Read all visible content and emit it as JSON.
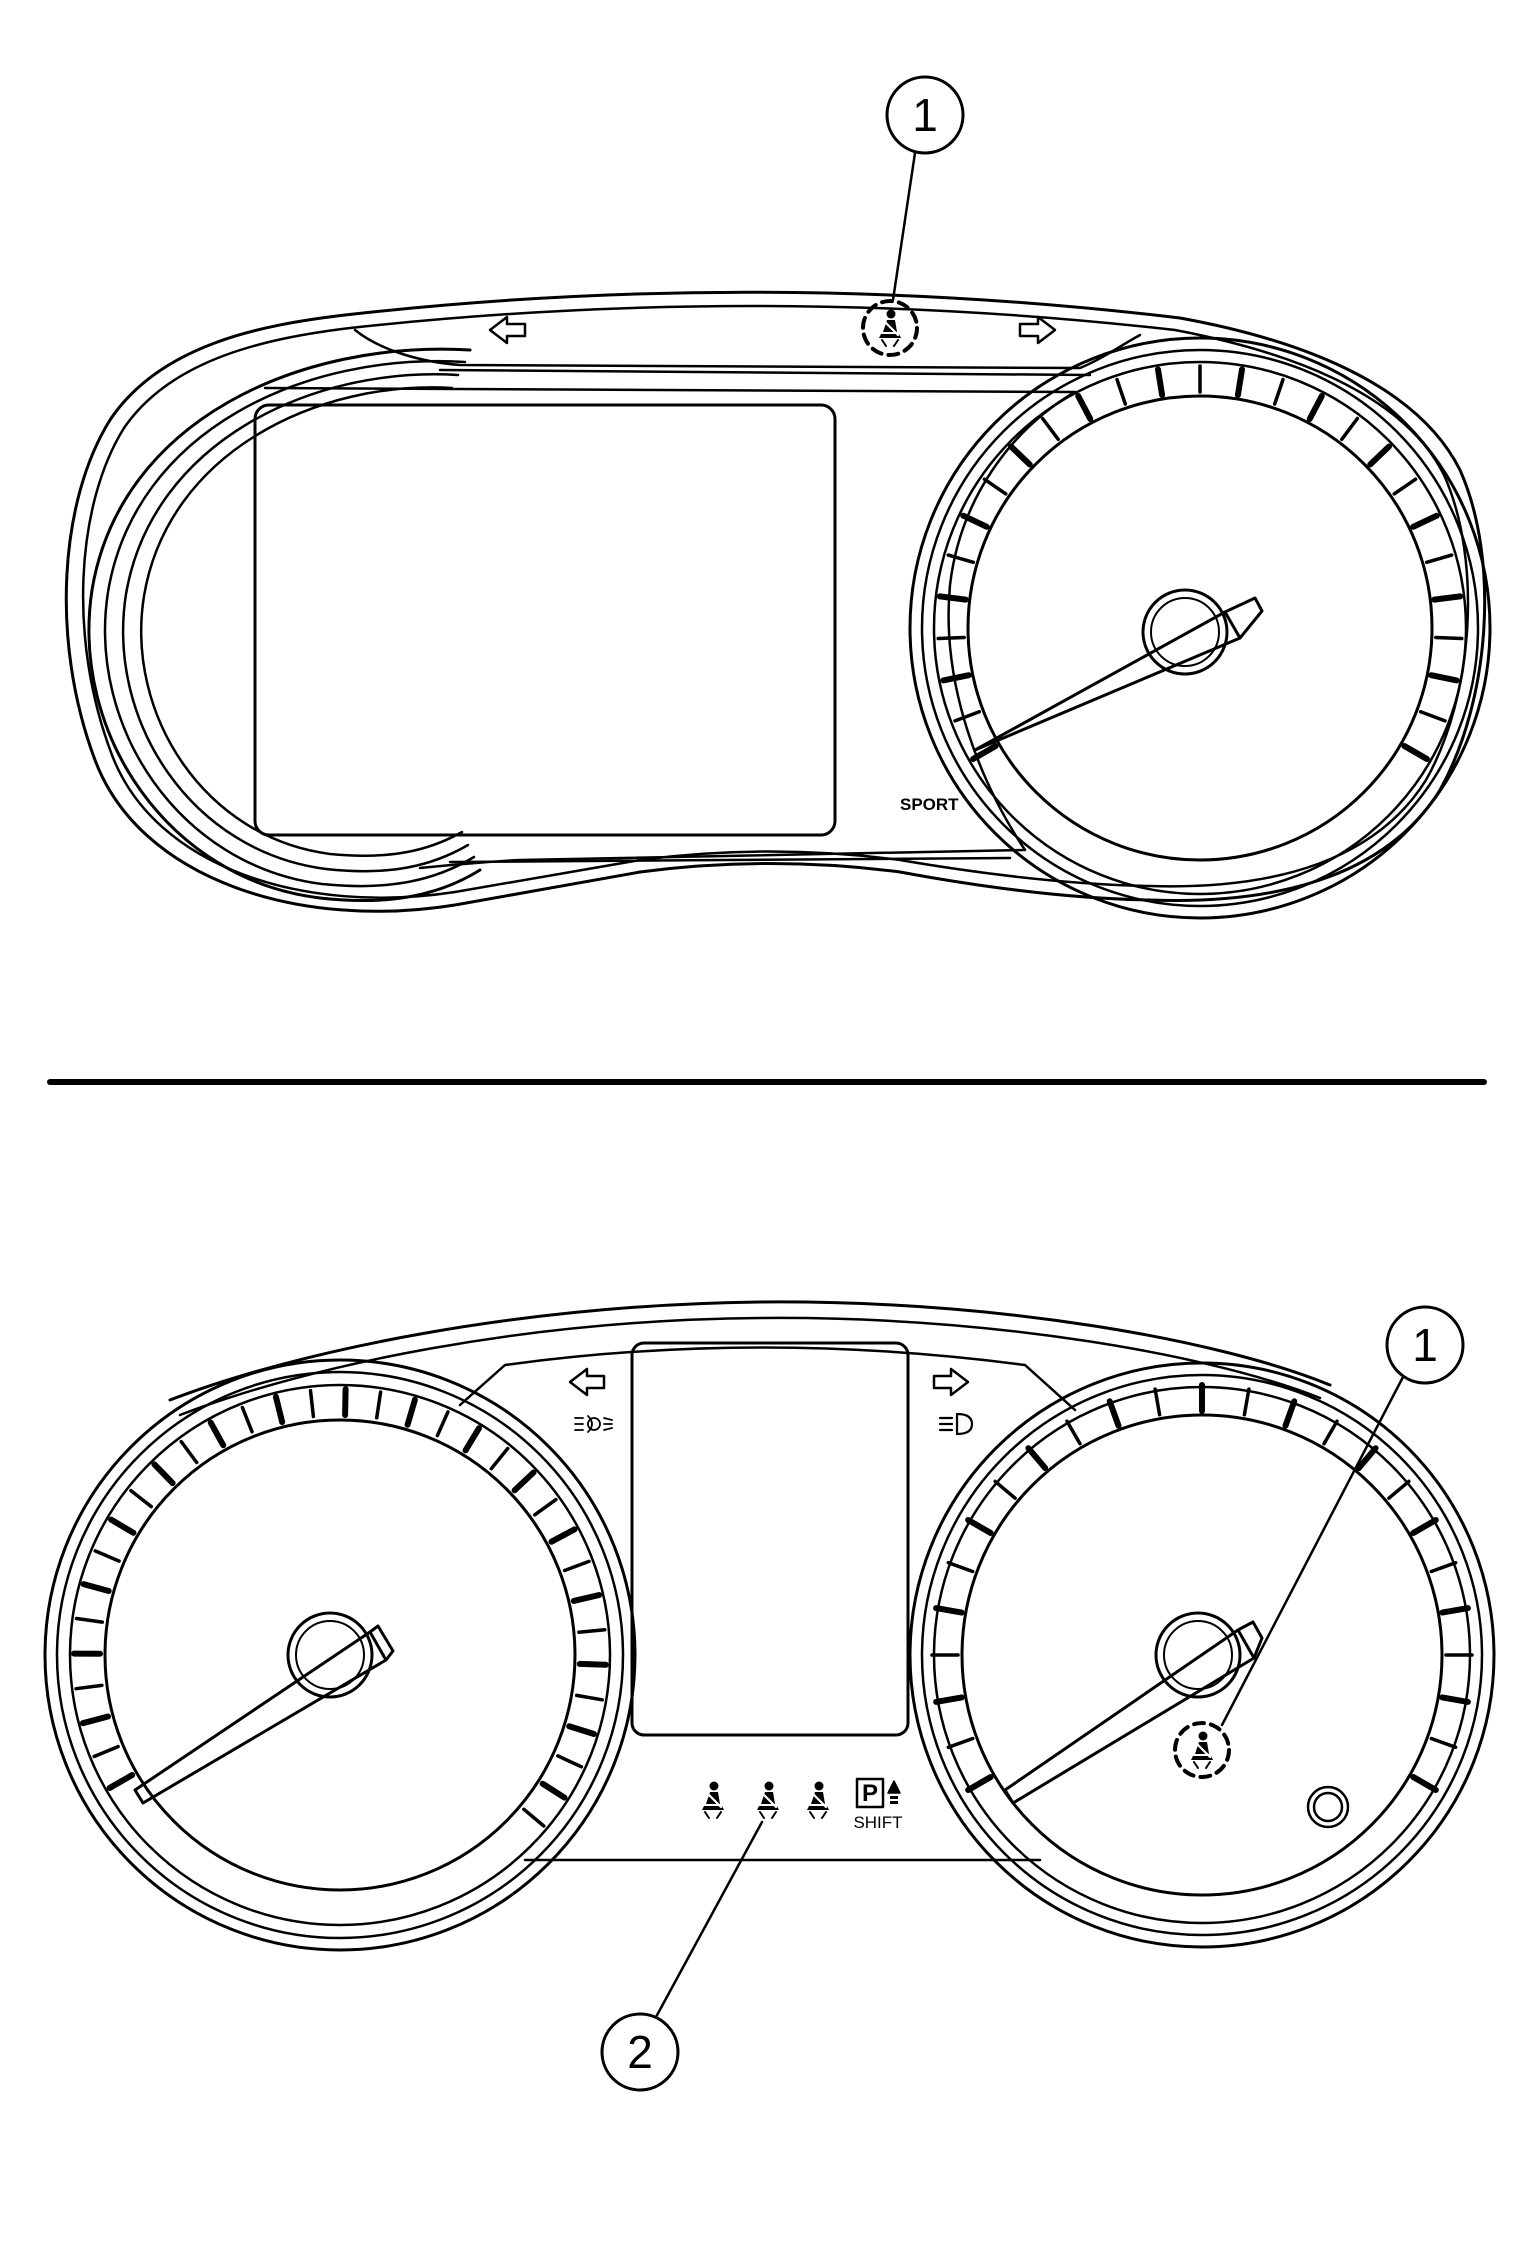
{
  "top_cluster": {
    "callout_1": "1",
    "sport_label": "SPORT",
    "icons": [
      "left-turn-arrow-icon",
      "seatbelt-warning-icon",
      "right-turn-arrow-icon"
    ]
  },
  "bottom_cluster": {
    "callout_1": "1",
    "callout_2": "2",
    "shift_label": "SHIFT",
    "park_letter": "P",
    "icons": [
      "left-turn-arrow-icon",
      "fog-light-icon",
      "right-turn-arrow-icon",
      "high-beam-icon",
      "seatbelt-warning-icon",
      "seatbelt-row-icons",
      "park-shift-icon",
      "indicator-circle-icon"
    ]
  },
  "colors": {
    "line": "#000000",
    "background": "#ffffff"
  }
}
